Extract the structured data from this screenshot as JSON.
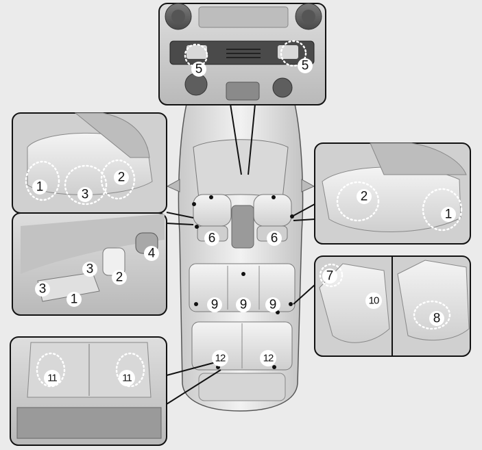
{
  "callouts": {
    "c1": "1",
    "c2": "2",
    "c3": "3",
    "c4": "4",
    "c5": "5",
    "c6": "6",
    "c7": "7",
    "c8": "8",
    "c9": "9",
    "c10": "10",
    "c11": "11",
    "c12": "12"
  },
  "colors": {
    "background": "#ebebeb",
    "panel_fill": "#cfcfcf",
    "outline": "#111111",
    "highlight_ring": "#ffffff"
  }
}
